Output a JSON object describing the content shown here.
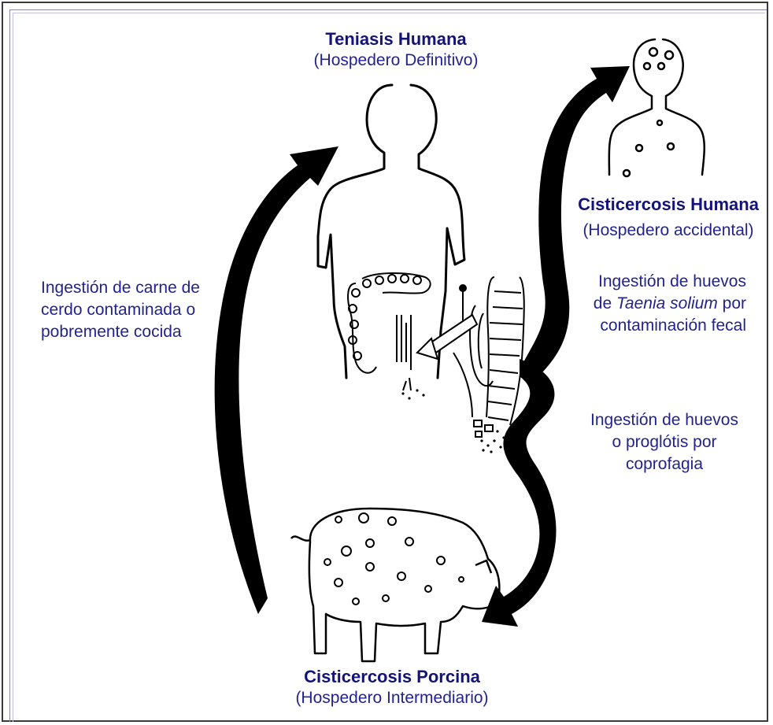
{
  "nodes": {
    "definitive": {
      "title": "Teniasis Humana",
      "subtitle": "(Hospedero  Definitivo)"
    },
    "accidental": {
      "title": "Cisticercosis Humana",
      "subtitle": "(Hospedero accidental)"
    },
    "intermediate": {
      "title": "Cisticercosis Porcina",
      "subtitle": "(Hospedero Intermediario)"
    }
  },
  "edges": {
    "pig_to_human": {
      "lines": [
        "Ingestión de carne de",
        "cerdo contaminada o",
        "pobremente cocida"
      ]
    },
    "human_to_accidental": {
      "line1": "Ingestión de  huevos",
      "line2_pre": "de ",
      "line2_italic": "Taenia solium",
      "line2_post": " por",
      "line3": "contaminación  fecal"
    },
    "human_to_pig": {
      "lines": [
        "Ingestión de huevos",
        "o proglótis por",
        "coprofagia"
      ]
    }
  },
  "colors": {
    "text": "#23238f",
    "title": "#141478",
    "ink": "#000000"
  }
}
